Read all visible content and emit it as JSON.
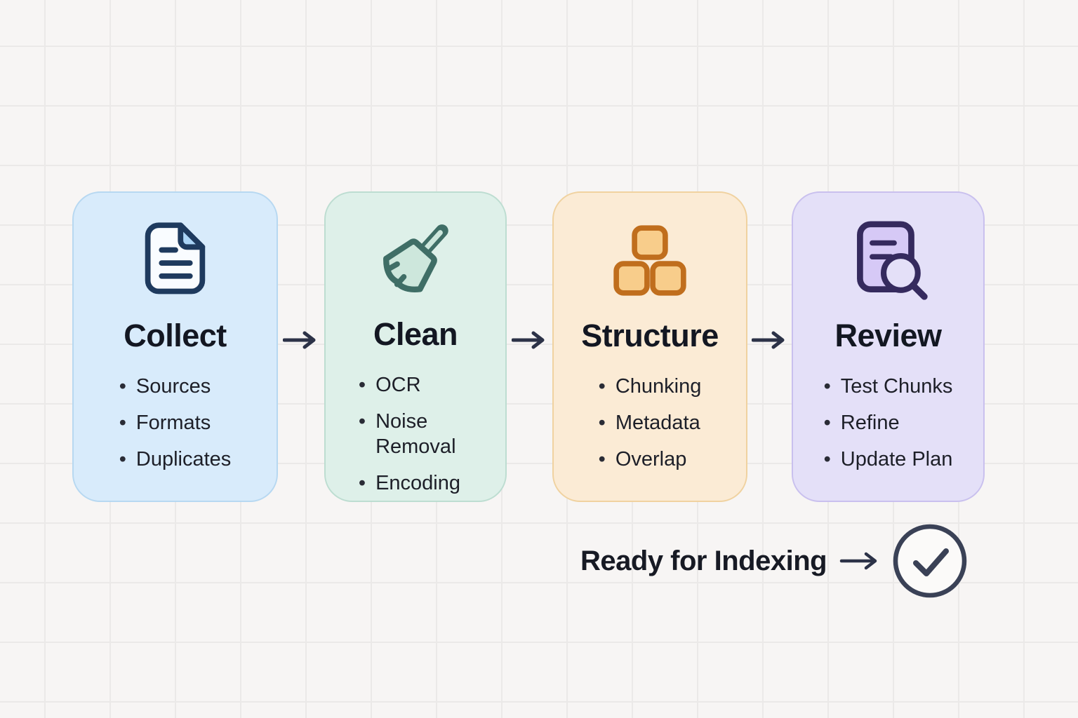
{
  "cards": [
    {
      "title": "Collect",
      "icon": "document-icon",
      "items": [
        "Sources",
        "Formats",
        "Duplicates"
      ],
      "bg_color": "#d8ebfb",
      "border_color": "#b7d8f1",
      "icon_stroke_color": "#1e3a5e",
      "icon_fill_color": "#aad3f5"
    },
    {
      "title": "Clean",
      "icon": "broom-icon",
      "items": [
        "OCR",
        "Noise Removal",
        "Encoding"
      ],
      "bg_color": "#def0e9",
      "border_color": "#bdddd1",
      "icon_stroke_color": "#3f6e66",
      "icon_fill_color": "#cde7dc"
    },
    {
      "title": "Structure",
      "icon": "blocks-icon",
      "items": [
        "Chunking",
        "Metadata",
        "Overlap"
      ],
      "bg_color": "#fbebd5",
      "border_color": "#f0d2a0",
      "icon_stroke_color": "#c06e1d",
      "icon_fill_color": "#f8cd8b"
    },
    {
      "title": "Review",
      "icon": "document-search-icon",
      "items": [
        "Test Chunks",
        "Refine",
        "Update Plan"
      ],
      "bg_color": "#e4e0f8",
      "border_color": "#c9c0ee",
      "icon_stroke_color": "#352a5e",
      "icon_fill_color": "#d6c9f6"
    }
  ],
  "flow_arrow_icon": "arrow-right-icon",
  "footer": {
    "label": "Ready for Indexing",
    "arrow_icon": "arrow-right-icon",
    "status_icon": "check-circle-icon"
  },
  "colors": {
    "background": "#f7f5f4",
    "grid_line": "#ebe9e8",
    "arrow": "#2c3247",
    "check_circle": "#3a4156",
    "title_text": "#131722",
    "body_text": "#1d1f28"
  }
}
